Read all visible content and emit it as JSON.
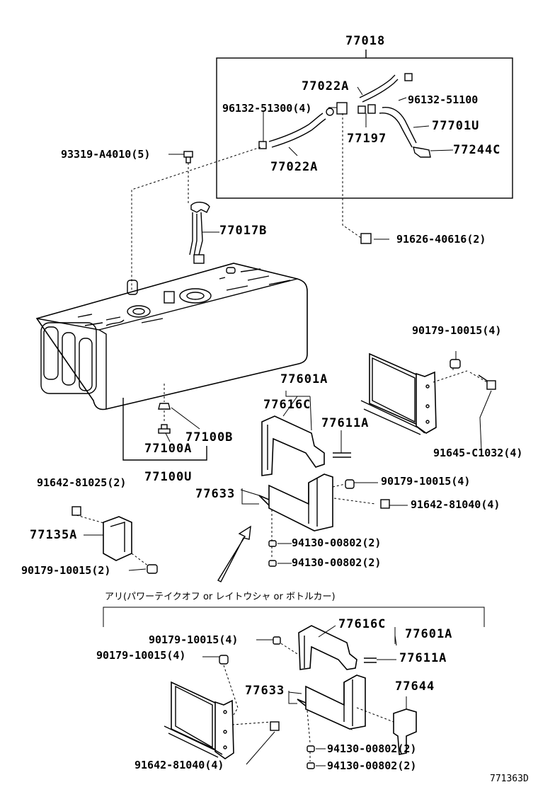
{
  "labels": {
    "assy_77018": "77018",
    "hose_77022a_upper": "77022A",
    "clamp_96132_51100": "96132-51100",
    "clamp_96132_51300": "96132-51300(4)",
    "hose_77701u": "77701U",
    "part_77197": "77197",
    "part_77244c": "77244C",
    "bolt_93319_a4010": "93319-A4010(5)",
    "hose_77022a_lower": "77022A",
    "gauge_77017b": "77017B",
    "bolt_91626_40616": "91626-40616(2)",
    "nut_90179_10015_r": "90179-10015(4)",
    "bolt_91645_c1032": "91645-C1032(4)",
    "band_77601a": "77601A",
    "band_77616c": "77616C",
    "pin_77611a": "77611A",
    "plug_77100b": "77100B",
    "plug_77100a": "77100A",
    "plug_77100u": "77100U",
    "bolt_91642_81025": "91642-81025(2)",
    "bracket_77633": "77633",
    "nut_90179_10015_m": "90179-10015(4)",
    "bolt_91642_81040_m": "91642-81040(4)",
    "bracket_77135a": "77135A",
    "nut_90179_10015_l": "90179-10015(2)",
    "washer_94130_00802_a": "94130-00802(2)",
    "washer_94130_00802_b": "94130-00802(2)",
    "option_note": "アリ(パワーテイクオフ or レイトウシャ or ボトルカー)",
    "opt_nut_90179_10015_a": "90179-10015(4)",
    "opt_nut_90179_10015_b": "90179-10015(4)",
    "opt_band_77616c": "77616C",
    "opt_band_77601a": "77601A",
    "opt_pin_77611a": "77611A",
    "opt_bracket_77633": "77633",
    "opt_bracket_77644": "77644",
    "opt_bolt_91642_81040": "91642-81040(4)",
    "opt_washer_94130_00802_a": "94130-00802(2)",
    "opt_washer_94130_00802_b": "94130-00802(2)",
    "diagram_code": "771363D"
  }
}
